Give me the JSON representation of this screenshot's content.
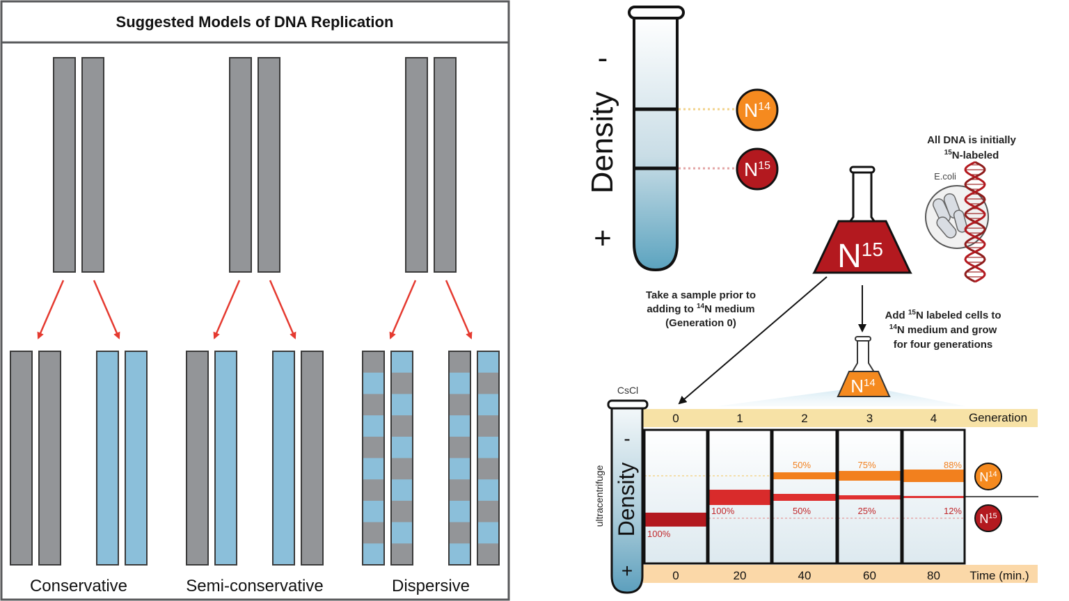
{
  "left_panel": {
    "title": "Suggested Models of DNA Replication",
    "models": [
      {
        "name": "Conservative"
      },
      {
        "name": "Semi-conservative"
      },
      {
        "name": "Dispersive"
      }
    ],
    "colors": {
      "old_strand": "#939598",
      "new_strand": "#8bbfda",
      "arrow": "#e53a30"
    }
  },
  "top_tube": {
    "axis_label": "Density",
    "minus": "-",
    "plus": "+",
    "bands": [
      {
        "base": "N",
        "sup": "14",
        "color": "#f58a1f"
      },
      {
        "base": "N",
        "sup": "15",
        "color": "#b3191f"
      }
    ]
  },
  "flask_large": {
    "base": "N",
    "sup": "15"
  },
  "ecoli_note": {
    "line1": "All DNA is initially",
    "line2_sup": "15",
    "line2_text": "N-labeled",
    "cell_label": "E.coli"
  },
  "sample_note": {
    "line1": "Take a sample prior to",
    "line2_pre": "adding to ",
    "line2_sup": "14",
    "line2_post": "N medium",
    "line3": "(Generation 0)"
  },
  "add_note": {
    "line1_pre": "Add ",
    "line1_sup": "15",
    "line1_post": "N labeled cells to",
    "line2_sup": "14",
    "line2_post": "N medium and grow",
    "line3": "for four generations"
  },
  "flask_small": {
    "base": "N",
    "sup": "14"
  },
  "bottom_panel": {
    "cscl_label": "CsCl",
    "ultra_label": "ultracentrifuge",
    "density_label": "Density",
    "minus": "-",
    "plus": "+",
    "generation_header": "Generation",
    "time_header": "Time (min.)",
    "generations": [
      {
        "gen": "0",
        "time": "0",
        "n14": "",
        "n15": "100%"
      },
      {
        "gen": "1",
        "time": "20",
        "n14": "",
        "n15": "100%"
      },
      {
        "gen": "2",
        "time": "40",
        "n14": "50%",
        "n15": "50%"
      },
      {
        "gen": "3",
        "time": "60",
        "n14": "75%",
        "n15": "25%"
      },
      {
        "gen": "4",
        "time": "80",
        "n14": "88%",
        "n15": "12%"
      }
    ],
    "legend": [
      {
        "base": "N",
        "sup": "14",
        "color": "#f58a1f"
      },
      {
        "base": "N",
        "sup": "15",
        "color": "#b3191f"
      }
    ]
  }
}
